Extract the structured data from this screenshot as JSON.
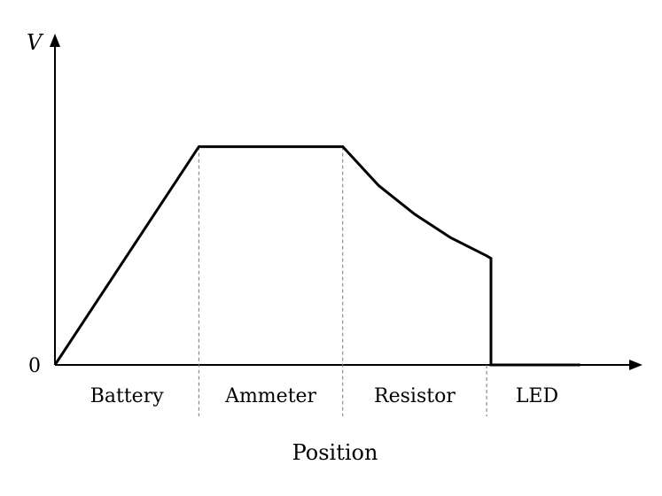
{
  "chart_data": {
    "type": "line",
    "xlabel": "Position",
    "ylabel": "V",
    "y_origin_label": "0",
    "xlim": [
      0,
      4.2
    ],
    "ylim": [
      0,
      1.05
    ],
    "segments": [
      {
        "label": "Battery",
        "start": 0,
        "end": 1
      },
      {
        "label": "Ammeter",
        "start": 1,
        "end": 2
      },
      {
        "label": "Resistor",
        "start": 2,
        "end": 3
      },
      {
        "label": "LED",
        "start": 3,
        "end": 3.7
      }
    ],
    "series": [
      {
        "points": [
          {
            "x": 0,
            "y": 0
          },
          {
            "x": 1,
            "y": 0.84
          },
          {
            "x": 2,
            "y": 0.84
          },
          {
            "x": 2.25,
            "y": 0.69
          },
          {
            "x": 2.5,
            "y": 0.58
          },
          {
            "x": 2.75,
            "y": 0.49
          },
          {
            "x": 3,
            "y": 0.42
          },
          {
            "x": 3.03,
            "y": 0.41
          },
          {
            "x": 3.03,
            "y": 0
          },
          {
            "x": 3.65,
            "y": 0
          }
        ]
      }
    ],
    "colors": {
      "line": "#000000",
      "divider": "#777777"
    }
  }
}
